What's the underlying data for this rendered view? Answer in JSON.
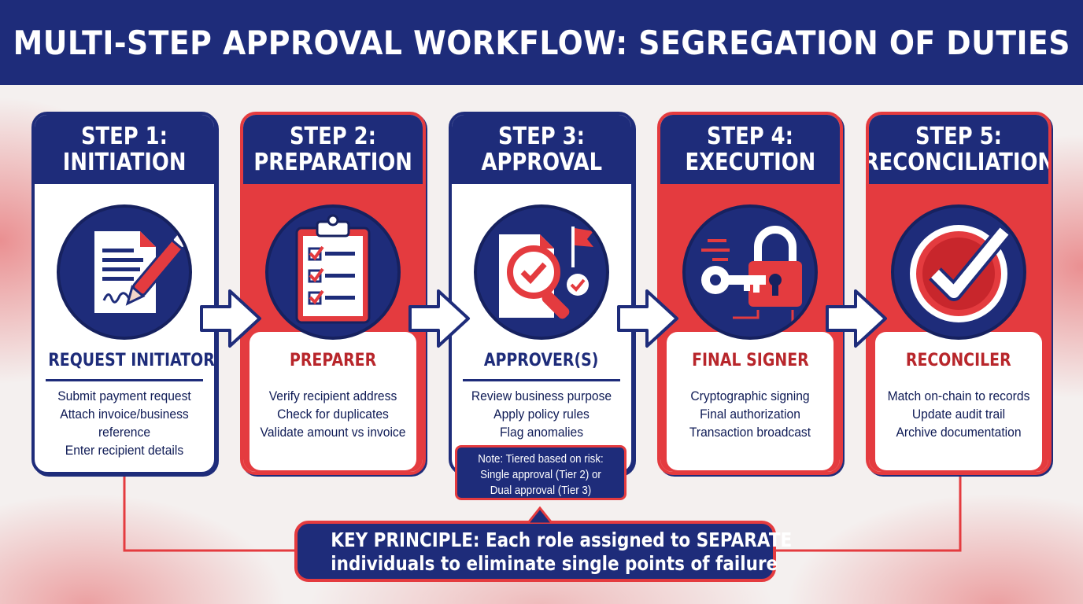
{
  "title": "MULTI-STEP APPROVAL WORKFLOW: SEGREGATION OF DUTIES",
  "colors": {
    "navy": "#1e2c7a",
    "red": "#e43b3f",
    "white": "#ffffff"
  },
  "steps": [
    {
      "step_label": "STEP 1:",
      "step_name": "INITIATION",
      "icon": "document-pen-icon",
      "role": "REQUEST INITIATOR",
      "tasks": [
        "Submit payment request",
        "Attach invoice/business",
        "reference",
        "Enter recipient details"
      ]
    },
    {
      "step_label": "STEP 2:",
      "step_name": "PREPARATION",
      "icon": "clipboard-checklist-icon",
      "role": "PREPARER",
      "tasks": [
        "Verify recipient address",
        "Check for duplicates",
        "Validate amount vs invoice"
      ]
    },
    {
      "step_label": "STEP 3:",
      "step_name": "APPROVAL",
      "icon": "magnifier-check-icon",
      "role": "APPROVER(S)",
      "tasks": [
        "Review business purpose",
        "Apply policy rules",
        "Flag anomalies"
      ]
    },
    {
      "step_label": "STEP 4:",
      "step_name": "EXECUTION",
      "icon": "key-lock-icon",
      "role": "FINAL SIGNER",
      "tasks": [
        "Cryptographic signing",
        "Final authorization",
        "Transaction broadcast"
      ]
    },
    {
      "step_label": "STEP 5:",
      "step_name": "RECONCILIATION",
      "icon": "checkmark-icon",
      "role": "RECONCILER",
      "tasks": [
        "Match on-chain to records",
        "Update audit trail",
        "Archive documentation"
      ]
    }
  ],
  "note": [
    "Note: Tiered based on risk:",
    "Single approval (Tier 2) or",
    "Dual approval (Tier 3)"
  ],
  "principle": [
    "KEY PRINCIPLE: Each role assigned to SEPARATE",
    "individuals to eliminate single points of failure"
  ]
}
